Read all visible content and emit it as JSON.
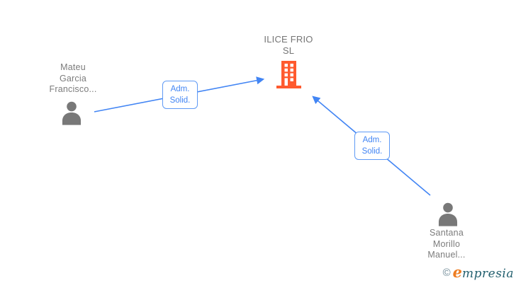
{
  "company_node": {
    "name_lines": [
      "ILICE FRIO",
      "SL"
    ],
    "icon": "building-icon",
    "icon_color": "#ff5a2e",
    "text_color": "#757575"
  },
  "person_nodes": [
    {
      "name_lines": [
        "Mateu",
        "Garcia",
        "Francisco..."
      ],
      "icon": "person-icon",
      "icon_color": "#787878"
    },
    {
      "name_lines": [
        "Santana",
        "Morillo",
        "Manuel..."
      ],
      "icon": "person-icon",
      "icon_color": "#787878"
    }
  ],
  "relationships": [
    {
      "from": "Mateu Garcia Francisco...",
      "to": "ILICE FRIO SL",
      "label_lines": [
        "Adm.",
        "Solid."
      ]
    },
    {
      "from": "Santana Morillo Manuel...",
      "to": "ILICE FRIO SL",
      "label_lines": [
        "Adm.",
        "Solid."
      ]
    }
  ],
  "colors": {
    "edge": "#4285f4",
    "edge_label_border": "#5f9af5",
    "edge_label_text": "#4285f4",
    "background": "#ffffff"
  },
  "watermark": {
    "copyright_symbol": "©",
    "brand_first_letter": "e",
    "brand_rest": "mpresia"
  }
}
